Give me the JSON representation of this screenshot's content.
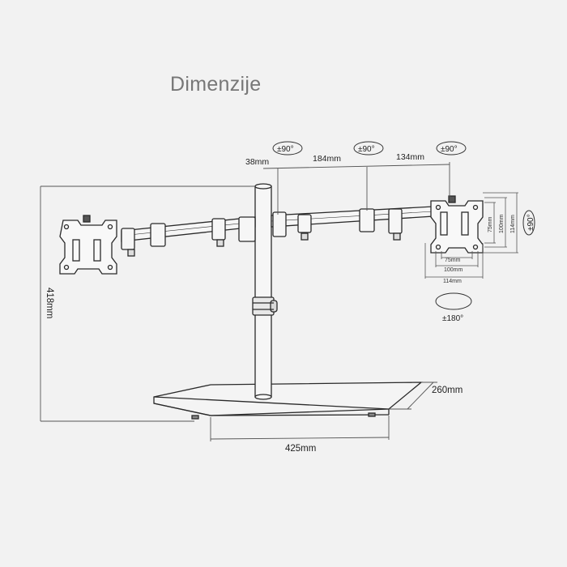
{
  "title": "Dimenzije",
  "dimensions": {
    "pole_offset": "38mm",
    "arm_inner": "184mm",
    "arm_outer": "134mm",
    "height": "418mm",
    "base_width": "425mm",
    "base_depth": "260mm"
  },
  "vesa": {
    "h75": "75mm",
    "h100": "100mm",
    "h114": "114mm",
    "v75": "75mm",
    "v100": "100mm",
    "v114": "114mm"
  },
  "rotations": {
    "tilt_left": "±90°",
    "tilt_mid": "±90°",
    "tilt_right": "±90°",
    "rotate_side": "±90°",
    "swivel_bottom": "±180°"
  },
  "colors": {
    "background": "#f2f2f2",
    "line": "#2a2a2a",
    "dimension_line": "#555555",
    "title": "#777777"
  }
}
